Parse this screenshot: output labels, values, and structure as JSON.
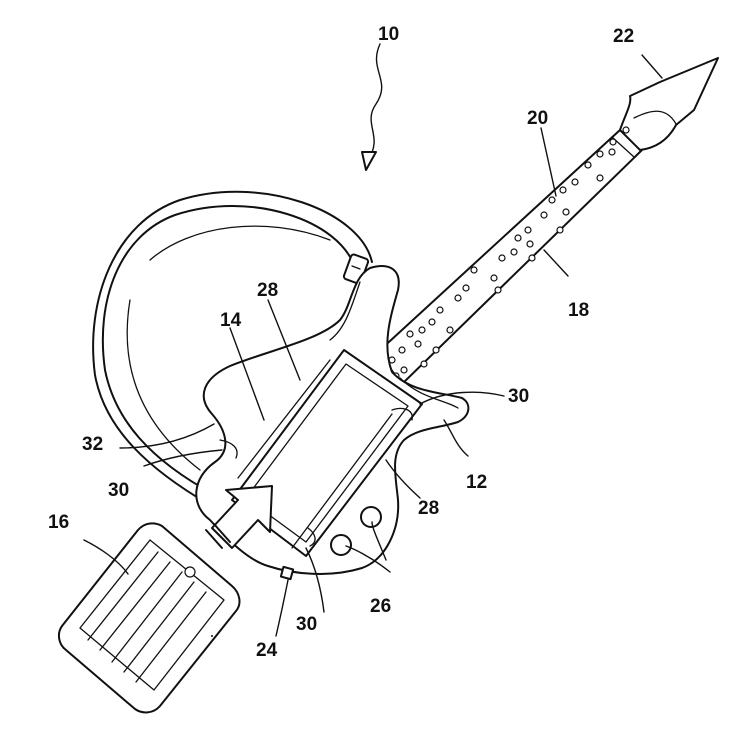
{
  "labels": {
    "device": "10",
    "guitar_body": "12",
    "touchscreen_panel": "14",
    "tablet": "16",
    "neck": "18",
    "fret_buttons": "20",
    "headstock": "22",
    "port": "24",
    "knobs": "26",
    "side_rail_upper": "28",
    "side_rail_lower": "28",
    "clip_right": "30",
    "clip_left": "30",
    "clip_bottom": "30",
    "strap": "32"
  },
  "colors": {
    "ink": "#111111",
    "paper": "#ffffff"
  }
}
